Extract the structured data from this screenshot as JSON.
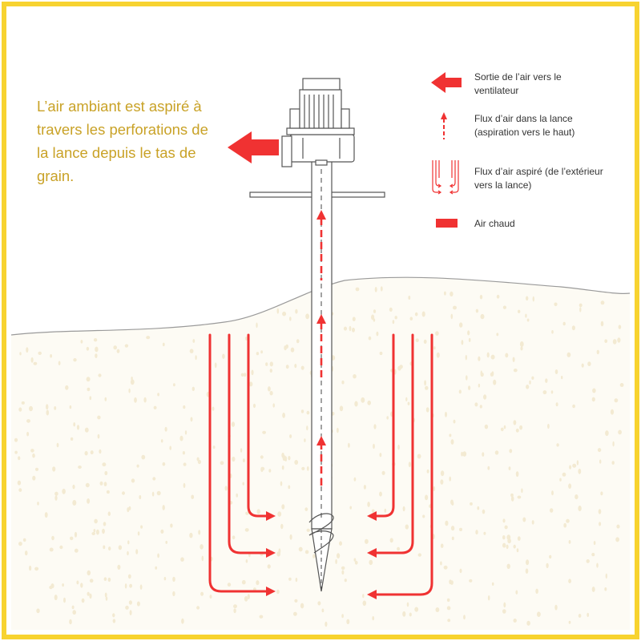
{
  "description": "L’air ambiant est aspiré à travers les perforations de la lance depuis le tas de grain.",
  "legend": [
    {
      "icon": "wide-arrow-left-icon",
      "text": "Sortie de l’air vers le ventilateur"
    },
    {
      "icon": "dashed-arrow-up-icon",
      "text": "Flux d’air dans la lance (aspiration vers le haut)"
    },
    {
      "icon": "bent-arrows-icon",
      "text": "Flux d’air aspiré (de l’extérieur vers la lance)"
    },
    {
      "icon": "red-bar-icon",
      "text": "Air chaud"
    }
  ],
  "colors": {
    "frame": "#f7d330",
    "text_accent": "#c9a227",
    "arrow_red": "#f03232",
    "grain_dots": "#f3ead2",
    "outline": "#555555"
  }
}
